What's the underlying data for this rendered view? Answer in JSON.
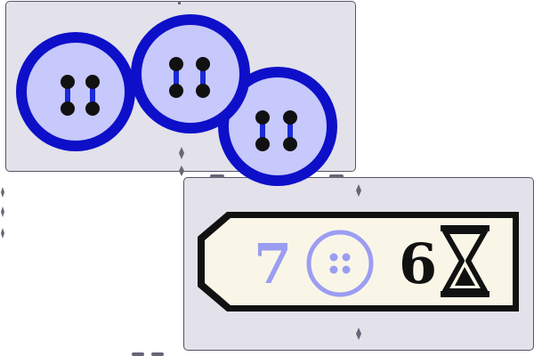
{
  "colors": {
    "tile_bg": "#e3e1ea",
    "tile_border": "#555566",
    "button_ring": "#0d10c8",
    "button_face": "#c7c8fb",
    "button_hole": "#111111",
    "button_thread": "#1a2ad8",
    "cost_panel_bg": "#f9f6e8",
    "cost_panel_border": "#111111",
    "cost_buttons": "#9b9df2",
    "cost_time": "#111111"
  },
  "buttons_pile": {
    "count": 3,
    "icon": "sewing-button-icon"
  },
  "cost": {
    "buttons_value": "7",
    "buttons_icon": "button-currency-icon",
    "time_value": "6",
    "time_icon": "hourglass-icon"
  }
}
